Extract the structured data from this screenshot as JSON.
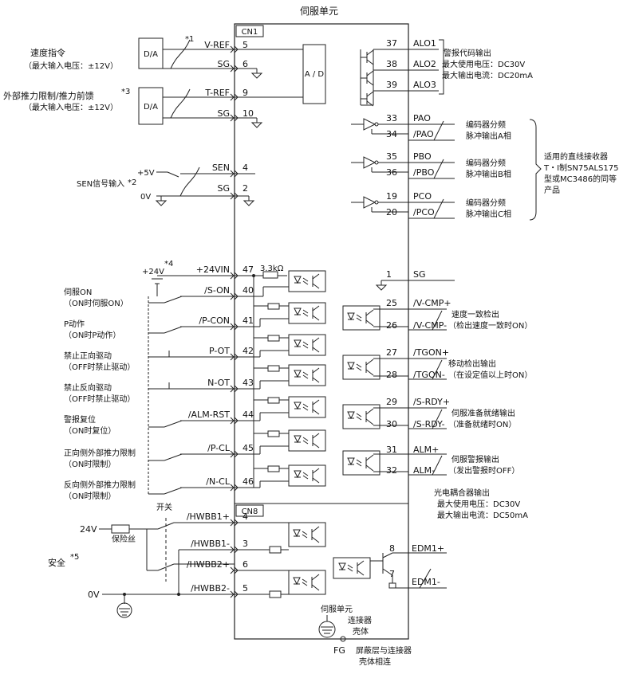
{
  "title": "伺服单元",
  "cn1_label": "CN1",
  "cn8_label": "CN8",
  "ad_label": "A / D",
  "da_label": "D/A",
  "left_groups": {
    "speed_cmd": {
      "title": "速度指令",
      "sub": "（最大输入电压：±12V）",
      "note": "*1"
    },
    "torque": {
      "title": "外部推力限制/推力前馈",
      "note": "*3",
      "sub": "（最大输入电压：±12V）"
    },
    "sen": {
      "title": "SEN信号输入",
      "note": "*2",
      "plus5v": "+5V",
      "zero_v": "0V"
    },
    "supply24": {
      "label": "+24V",
      "note": "*4"
    }
  },
  "analog_signals": [
    {
      "name": "V-REF",
      "pin": "5"
    },
    {
      "name": "SG",
      "pin": "6"
    },
    {
      "name": "T-REF",
      "pin": "9"
    },
    {
      "name": "SG",
      "pin": "10"
    },
    {
      "name": "SEN",
      "pin": "4"
    },
    {
      "name": "SG",
      "pin": "2"
    }
  ],
  "inputs": [
    {
      "name": "+24VIN",
      "pin": "47",
      "res": "3.3kΩ"
    },
    {
      "name": "/S-ON",
      "pin": "40",
      "title": "伺服ON",
      "sub": "（ON时伺服ON）"
    },
    {
      "name": "/P-CON",
      "pin": "41",
      "title": "P动作",
      "sub": "（ON时P动作）"
    },
    {
      "name": "P-OT",
      "pin": "42",
      "title": "禁止正向驱动",
      "sub": "（OFF时禁止驱动）"
    },
    {
      "name": "N-OT",
      "pin": "43",
      "title": "禁止反向驱动",
      "sub": "（OFF时禁止驱动）"
    },
    {
      "name": "/ALM-RST",
      "pin": "44",
      "title": "警报复位",
      "sub": "（ON时复位）"
    },
    {
      "name": "/P-CL",
      "pin": "45",
      "title": "正向侧外部推力限制",
      "sub": "（ON时限制）"
    },
    {
      "name": "/N-CL",
      "pin": "46",
      "title": "反向侧外部推力限制",
      "sub": "（ON时限制）"
    }
  ],
  "alarm_outputs": {
    "pins": [
      {
        "pin": "37",
        "name": "ALO1"
      },
      {
        "pin": "38",
        "name": "ALO2"
      },
      {
        "pin": "39",
        "name": "ALO3"
      }
    ],
    "lines": [
      "警报代码输出",
      "最大使用电压：DC30V",
      "最大输出电流：DC20mA"
    ]
  },
  "encoder_outputs": [
    {
      "pin_a": "33",
      "sig_a": "PAO",
      "pin_b": "34",
      "sig_b": "/PAO",
      "line1": "编码器分频",
      "line2": "脉冲输出A相"
    },
    {
      "pin_a": "35",
      "sig_a": "PBO",
      "pin_b": "36",
      "sig_b": "/PBO",
      "line1": "编码器分频",
      "line2": "脉冲输出B相"
    },
    {
      "pin_a": "19",
      "sig_a": "PCO",
      "pin_b": "20",
      "sig_b": "/PCO",
      "line1": "编码器分频",
      "line2": "脉冲输出C相"
    }
  ],
  "receiver_note": [
    "适用的直线接收器",
    "T・I制SN75ALS175",
    "型或MC3486的同等",
    "产品"
  ],
  "sg_output": {
    "pin": "1",
    "name": "SG"
  },
  "photo_outputs": [
    {
      "pin_a": "25",
      "sig_a": "/V-CMP+",
      "pin_b": "26",
      "sig_b": "/V-CMP-",
      "line1": "速度一致检出",
      "line2": "（检出速度一致时ON）"
    },
    {
      "pin_a": "27",
      "sig_a": "/TGON+",
      "pin_b": "28",
      "sig_b": "/TGON-",
      "line1": "移动检出输出",
      "line2": "（在设定值以上时ON）"
    },
    {
      "pin_a": "29",
      "sig_a": "/S-RDY+",
      "pin_b": "30",
      "sig_b": "/S-RDY-",
      "line1": "伺服准备就绪输出",
      "line2": "（准备就绪时ON）"
    },
    {
      "pin_a": "31",
      "sig_a": "ALM+",
      "pin_b": "32",
      "sig_b": "ALM-",
      "line1": "伺服警报输出",
      "line2": "（发出警报时OFF）"
    }
  ],
  "photo_note": [
    "光电耦合器输出",
    "最大使用电压：DC30V",
    "最大输出电流：DC50mA"
  ],
  "safety": {
    "switch_label": "开关",
    "v24": "24V",
    "fuse": "保险丝",
    "safety": "安全",
    "safety_note": "*5",
    "zero_v": "0V",
    "signals": [
      {
        "name": "/HWBB1+",
        "pin": "4"
      },
      {
        "name": "/HWBB1-",
        "pin": "3"
      },
      {
        "name": "/HWBB2+",
        "pin": "6"
      },
      {
        "name": "/HWBB2-",
        "pin": "5"
      }
    ],
    "edm": [
      {
        "name": "EDM1+",
        "pin": "8"
      },
      {
        "name": "EDM1-",
        "pin": "7"
      }
    ]
  },
  "bottom": {
    "servo_unit": "伺服单元",
    "connector_shell": [
      "连接器",
      "壳体"
    ],
    "fg": "FG",
    "shield": [
      "屏蔽层与连接器",
      "壳体相连"
    ]
  }
}
